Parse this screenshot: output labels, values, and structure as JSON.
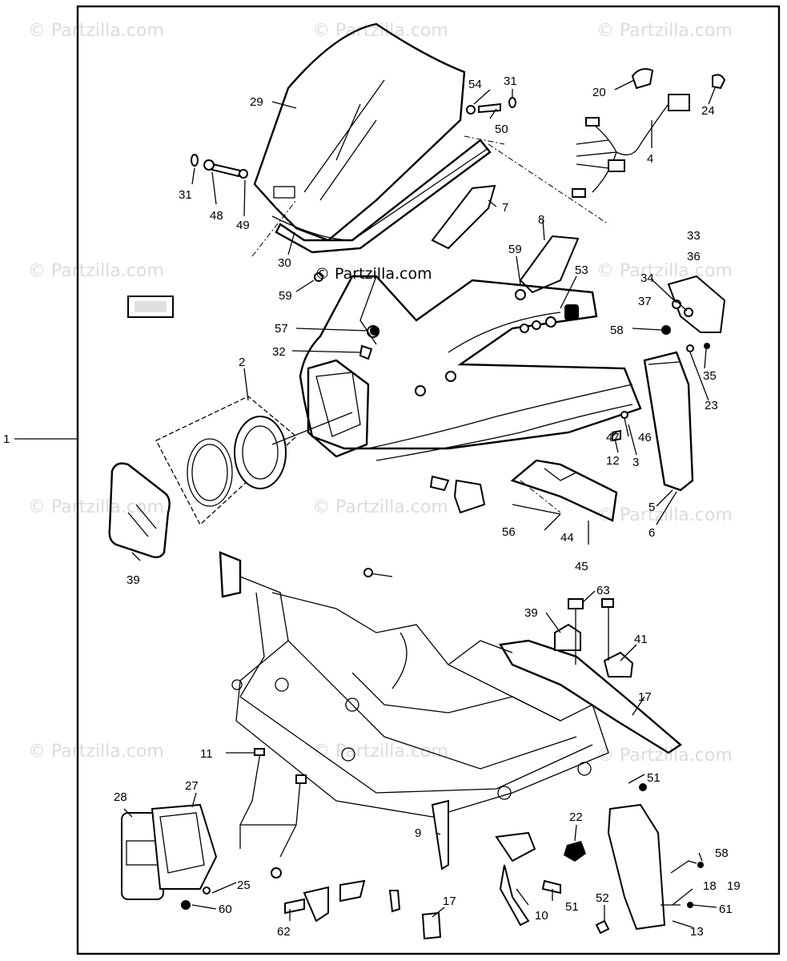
{
  "watermark": "© Partzilla.com",
  "center_watermark": "© Partzilla.com",
  "colors": {
    "ink": "#000000",
    "watermark": "#dcdcdc",
    "background": "#ffffff"
  },
  "labels": [
    {
      "id": "1",
      "text": "1"
    },
    {
      "id": "2",
      "text": "2"
    },
    {
      "id": "3",
      "text": "3"
    },
    {
      "id": "4",
      "text": "4"
    },
    {
      "id": "5",
      "text": "5"
    },
    {
      "id": "6",
      "text": "6"
    },
    {
      "id": "7",
      "text": "7"
    },
    {
      "id": "8",
      "text": "8"
    },
    {
      "id": "9",
      "text": "9"
    },
    {
      "id": "10",
      "text": "10"
    },
    {
      "id": "11",
      "text": "11"
    },
    {
      "id": "12",
      "text": "12"
    },
    {
      "id": "13",
      "text": "13"
    },
    {
      "id": "17a",
      "text": "17"
    },
    {
      "id": "17b",
      "text": "17"
    },
    {
      "id": "18",
      "text": "18"
    },
    {
      "id": "19",
      "text": "19"
    },
    {
      "id": "20",
      "text": "20"
    },
    {
      "id": "22",
      "text": "22"
    },
    {
      "id": "23",
      "text": "23"
    },
    {
      "id": "24",
      "text": "24"
    },
    {
      "id": "25",
      "text": "25"
    },
    {
      "id": "27",
      "text": "27"
    },
    {
      "id": "28",
      "text": "28"
    },
    {
      "id": "29",
      "text": "29"
    },
    {
      "id": "30",
      "text": "30"
    },
    {
      "id": "31a",
      "text": "31"
    },
    {
      "id": "31b",
      "text": "31"
    },
    {
      "id": "32",
      "text": "32"
    },
    {
      "id": "33",
      "text": "33"
    },
    {
      "id": "34",
      "text": "34"
    },
    {
      "id": "35",
      "text": "35"
    },
    {
      "id": "36",
      "text": "36"
    },
    {
      "id": "37",
      "text": "37"
    },
    {
      "id": "39a",
      "text": "39"
    },
    {
      "id": "39b",
      "text": "39"
    },
    {
      "id": "41",
      "text": "41"
    },
    {
      "id": "44",
      "text": "44"
    },
    {
      "id": "45",
      "text": "45"
    },
    {
      "id": "46",
      "text": "46"
    },
    {
      "id": "47",
      "text": "47"
    },
    {
      "id": "48",
      "text": "48"
    },
    {
      "id": "49",
      "text": "49"
    },
    {
      "id": "50",
      "text": "50"
    },
    {
      "id": "51a",
      "text": "51"
    },
    {
      "id": "51b",
      "text": "51"
    },
    {
      "id": "52",
      "text": "52"
    },
    {
      "id": "53",
      "text": "53"
    },
    {
      "id": "54",
      "text": "54"
    },
    {
      "id": "56",
      "text": "56"
    },
    {
      "id": "57",
      "text": "57"
    },
    {
      "id": "58a",
      "text": "58"
    },
    {
      "id": "58b",
      "text": "58"
    },
    {
      "id": "59a",
      "text": "59"
    },
    {
      "id": "59b",
      "text": "59"
    },
    {
      "id": "60",
      "text": "60"
    },
    {
      "id": "61",
      "text": "61"
    },
    {
      "id": "62",
      "text": "62"
    },
    {
      "id": "63",
      "text": "63"
    }
  ]
}
